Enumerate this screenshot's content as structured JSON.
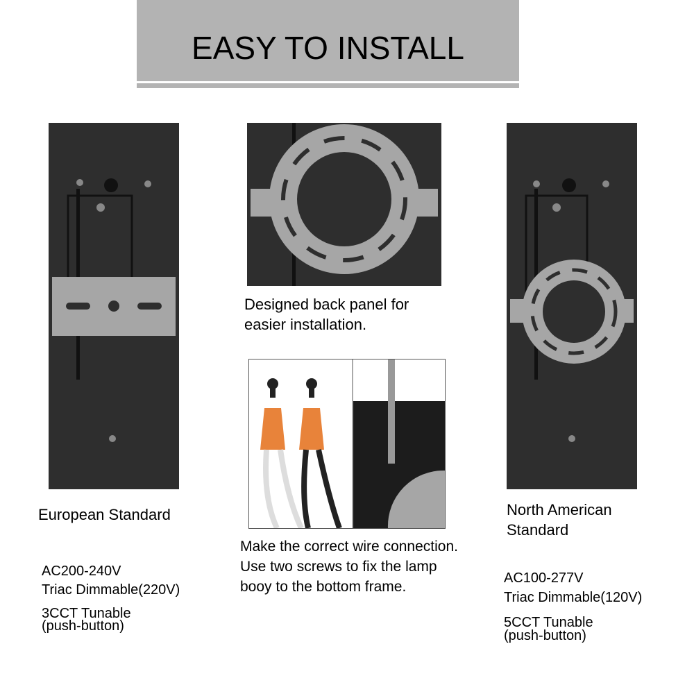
{
  "header": {
    "title": "EASY TO INSTALL"
  },
  "left": {
    "caption": "European Standard",
    "voltage": "AC200-240V",
    "dimming": "Triac Dimmable(220V)",
    "cct_line1": "3CCT Tunable",
    "cct_line2": "(push-button)"
  },
  "center": {
    "caption_line1": "Designed back panel for",
    "caption_line2": "easier installation.",
    "wire_line1": "Make the correct wire connection.",
    "wire_line2": "Use two screws to fix the lamp",
    "wire_line3": "booy to the bottom frame."
  },
  "right": {
    "caption_line1": "North American",
    "caption_line2": "Standard",
    "voltage": "AC100-277V",
    "dimming": "Triac Dimmable(120V)",
    "cct_line1": "5CCT Tunable",
    "cct_line2": "(push-button)"
  },
  "colors": {
    "banner": "#b3b3b3",
    "panel": "#2e2e2e",
    "bracket": "#a6a6a6",
    "wire_nut": "#e8833a"
  }
}
